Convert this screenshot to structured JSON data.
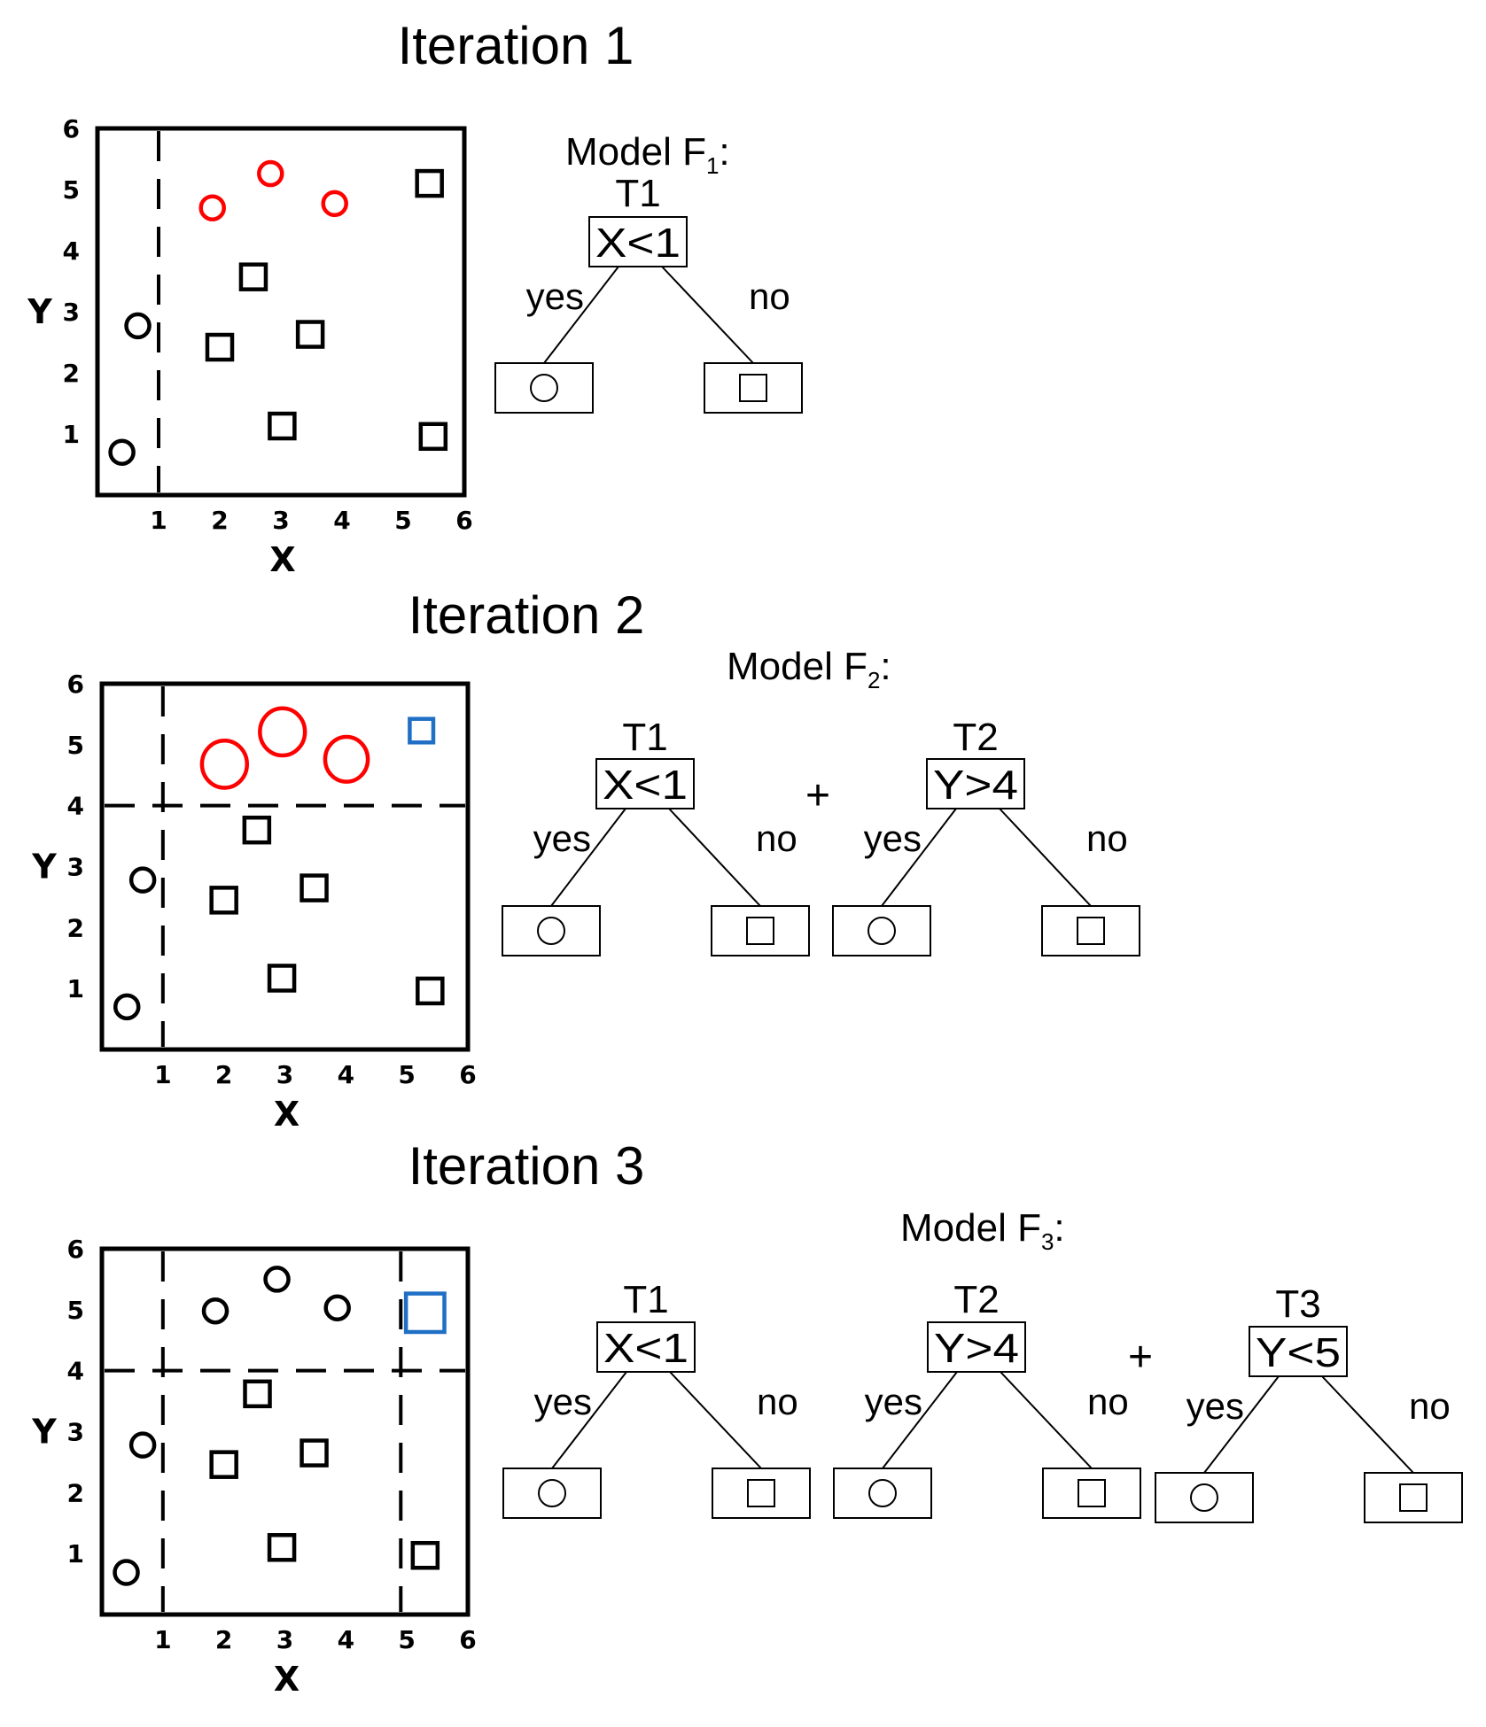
{
  "colors": {
    "ink": "#000000",
    "misclassified": "#ff0000",
    "highlight": "#1f6fc5"
  },
  "iterations": [
    {
      "title": "Iteration 1",
      "model_label": "Model F",
      "model_sub": "1",
      "model_colon": ":",
      "plot": {
        "xlabel": "X",
        "ylabel": "Y",
        "xticks": [
          "1",
          "2",
          "3",
          "4",
          "5",
          "6"
        ],
        "yticks": [
          "1",
          "2",
          "3",
          "4",
          "5",
          "6"
        ],
        "range": [
          0,
          6
        ],
        "splits": [
          {
            "axis": "x",
            "value": 1
          }
        ],
        "points": [
          {
            "shape": "circle",
            "x": 1.88,
            "y": 4.7,
            "color": "misclassified",
            "size": 1
          },
          {
            "shape": "circle",
            "x": 2.83,
            "y": 5.26,
            "color": "misclassified",
            "size": 1
          },
          {
            "shape": "circle",
            "x": 3.88,
            "y": 4.77,
            "color": "misclassified",
            "size": 1
          },
          {
            "shape": "circle",
            "x": 0.66,
            "y": 2.77,
            "color": "ink",
            "size": 1
          },
          {
            "shape": "circle",
            "x": 0.4,
            "y": 0.7,
            "color": "ink",
            "size": 1
          },
          {
            "shape": "square",
            "x": 5.43,
            "y": 5.1,
            "color": "ink",
            "size": 1
          },
          {
            "shape": "square",
            "x": 2.55,
            "y": 3.57,
            "color": "ink",
            "size": 1
          },
          {
            "shape": "square",
            "x": 2.0,
            "y": 2.42,
            "color": "ink",
            "size": 1
          },
          {
            "shape": "square",
            "x": 3.48,
            "y": 2.63,
            "color": "ink",
            "size": 1
          },
          {
            "shape": "square",
            "x": 3.02,
            "y": 1.13,
            "color": "ink",
            "size": 1
          },
          {
            "shape": "square",
            "x": 5.49,
            "y": 0.96,
            "color": "ink",
            "size": 1
          }
        ]
      },
      "trees": [
        {
          "name": "T1",
          "condition": "X<1",
          "yes": "yes",
          "no": "no",
          "yes_leaf": "circle",
          "no_leaf": "square"
        }
      ],
      "plus": []
    },
    {
      "title": "Iteration 2",
      "model_label": "Model F",
      "model_sub": "2",
      "model_colon": ":",
      "plot": {
        "xlabel": "X",
        "ylabel": "Y",
        "xticks": [
          "1",
          "2",
          "3",
          "4",
          "5",
          "6"
        ],
        "yticks": [
          "1",
          "2",
          "3",
          "4",
          "5",
          "6"
        ],
        "range": [
          0,
          6
        ],
        "splits": [
          {
            "axis": "x",
            "value": 1
          },
          {
            "axis": "y",
            "value": 4
          }
        ],
        "points": [
          {
            "shape": "circle",
            "x": 2.01,
            "y": 4.68,
            "color": "misclassified",
            "size": 1.8
          },
          {
            "shape": "circle",
            "x": 2.96,
            "y": 5.21,
            "color": "misclassified",
            "size": 1.8
          },
          {
            "shape": "circle",
            "x": 4.01,
            "y": 4.76,
            "color": "misclassified",
            "size": 1.7
          },
          {
            "shape": "square",
            "x": 5.24,
            "y": 5.23,
            "color": "highlight",
            "size": 0.95
          },
          {
            "shape": "circle",
            "x": 0.67,
            "y": 2.78,
            "color": "ink",
            "size": 1
          },
          {
            "shape": "circle",
            "x": 0.41,
            "y": 0.7,
            "color": "ink",
            "size": 1
          },
          {
            "shape": "square",
            "x": 2.54,
            "y": 3.6,
            "color": "ink",
            "size": 1
          },
          {
            "shape": "square",
            "x": 2.0,
            "y": 2.45,
            "color": "ink",
            "size": 1
          },
          {
            "shape": "square",
            "x": 3.48,
            "y": 2.65,
            "color": "ink",
            "size": 1
          },
          {
            "shape": "square",
            "x": 2.95,
            "y": 1.17,
            "color": "ink",
            "size": 1
          },
          {
            "shape": "square",
            "x": 5.38,
            "y": 0.96,
            "color": "ink",
            "size": 1
          }
        ]
      },
      "trees": [
        {
          "name": "T1",
          "condition": "X<1",
          "yes": "yes",
          "no": "no",
          "yes_leaf": "circle",
          "no_leaf": "square"
        },
        {
          "name": "T2",
          "condition": "Y>4",
          "yes": "yes",
          "no": "no",
          "yes_leaf": "circle",
          "no_leaf": "square"
        }
      ],
      "plus": [
        "+"
      ]
    },
    {
      "title": "Iteration 3",
      "model_label": "Model F",
      "model_sub": "3",
      "model_colon": ":",
      "plot": {
        "xlabel": "X",
        "ylabel": "Y",
        "xticks": [
          "1",
          "2",
          "3",
          "4",
          "5",
          "6"
        ],
        "yticks": [
          "1",
          "2",
          "3",
          "4",
          "5",
          "6"
        ],
        "range": [
          0,
          6
        ],
        "splits": [
          {
            "axis": "x",
            "value": 1
          },
          {
            "axis": "y",
            "value": 4
          },
          {
            "axis": "x",
            "value": 4.9
          }
        ],
        "points": [
          {
            "shape": "circle",
            "x": 1.86,
            "y": 4.98,
            "color": "ink",
            "size": 1
          },
          {
            "shape": "circle",
            "x": 2.87,
            "y": 5.5,
            "color": "ink",
            "size": 1
          },
          {
            "shape": "circle",
            "x": 3.86,
            "y": 5.03,
            "color": "ink",
            "size": 1
          },
          {
            "shape": "square",
            "x": 5.3,
            "y": 4.95,
            "color": "highlight",
            "size": 1.55
          },
          {
            "shape": "circle",
            "x": 0.67,
            "y": 2.78,
            "color": "ink",
            "size": 1
          },
          {
            "shape": "circle",
            "x": 0.4,
            "y": 0.69,
            "color": "ink",
            "size": 1
          },
          {
            "shape": "square",
            "x": 2.55,
            "y": 3.62,
            "color": "ink",
            "size": 1
          },
          {
            "shape": "square",
            "x": 2.0,
            "y": 2.46,
            "color": "ink",
            "size": 1
          },
          {
            "shape": "square",
            "x": 3.48,
            "y": 2.65,
            "color": "ink",
            "size": 1
          },
          {
            "shape": "square",
            "x": 2.95,
            "y": 1.1,
            "color": "ink",
            "size": 1
          },
          {
            "shape": "square",
            "x": 5.3,
            "y": 0.97,
            "color": "ink",
            "size": 1
          }
        ]
      },
      "trees": [
        {
          "name": "T1",
          "condition": "X<1",
          "yes": "yes",
          "no": "no",
          "yes_leaf": "circle",
          "no_leaf": "square"
        },
        {
          "name": "T2",
          "condition": "Y>4",
          "yes": "yes",
          "no": "no",
          "yes_leaf": "circle",
          "no_leaf": "square"
        },
        {
          "name": "T3",
          "condition": "Y<5",
          "yes": "yes",
          "no": "no",
          "yes_leaf": "circle",
          "no_leaf": "square"
        }
      ],
      "plus": [
        "+"
      ]
    }
  ]
}
